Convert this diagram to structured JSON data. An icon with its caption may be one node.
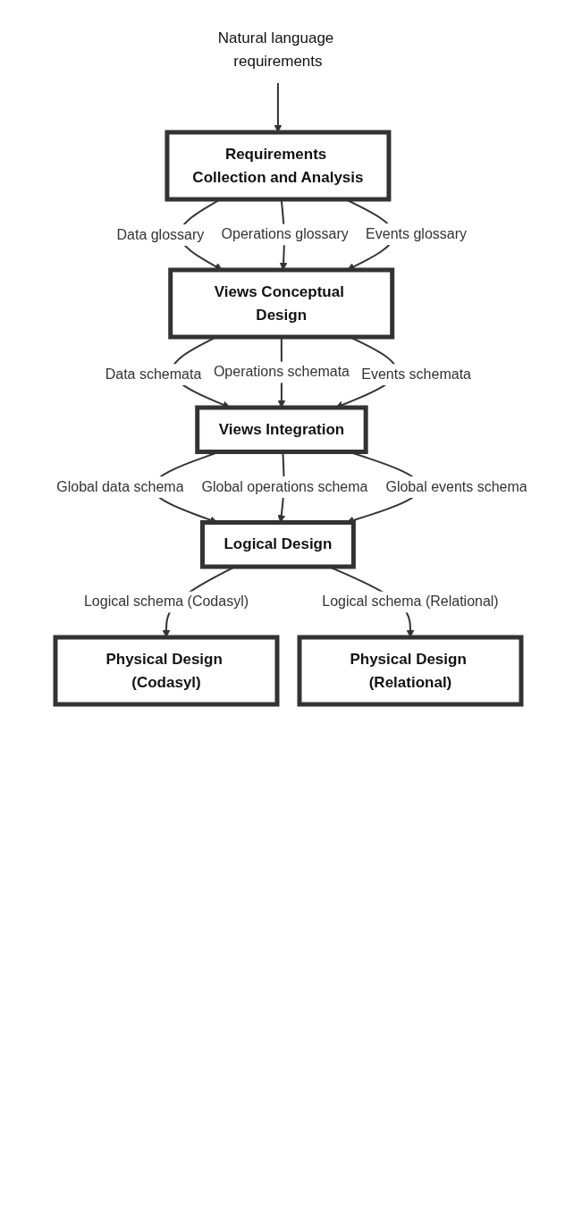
{
  "diagram": {
    "nodes": [
      {
        "text": [
          "Natural language requirements"
        ]
      },
      {
        "text": [
          "Requirements Collection and Analysis"
        ]
      },
      {
        "text": [
          "Views Conceptual Design"
        ]
      },
      {
        "text": [
          "Views Integration"
        ]
      },
      {
        "text": [
          "Logical Design"
        ]
      },
      {
        "text": [
          "Physical Design (Codasyl)"
        ]
      },
      {
        "text": [
          "Physical Design (Relational)"
        ]
      }
    ],
    "edges": [
      {
        "from": 0,
        "to": 1,
        "arrow": "to"
      },
      {
        "from": 1,
        "to": 2,
        "arrow": "to",
        "label": "Data glossary"
      },
      {
        "from": 1,
        "to": 2,
        "arrow": "to",
        "label": "Operations glossary"
      },
      {
        "from": 1,
        "to": 2,
        "arrow": "to",
        "label": "Events glossary"
      },
      {
        "from": 2,
        "to": 3,
        "arrow": "to",
        "label": "Data schemata"
      },
      {
        "from": 2,
        "to": 3,
        "arrow": "to",
        "label": "Operations schemata"
      },
      {
        "from": 2,
        "to": 3,
        "arrow": "to",
        "label": "Events schemata"
      },
      {
        "from": 3,
        "to": 4,
        "arrow": "to",
        "label": "Global data schema"
      },
      {
        "from": 3,
        "to": 4,
        "arrow": "to",
        "label": "Global operations schema"
      },
      {
        "from": 3,
        "to": 4,
        "arrow": "to",
        "label": "Global events schema"
      },
      {
        "from": 4,
        "to": 5,
        "arrow": "to",
        "label": "Logical schema (Codasyl)"
      },
      {
        "from": 4,
        "to": 6,
        "arrow": "to",
        "label": "Logical schema (Relational)"
      }
    ]
  }
}
